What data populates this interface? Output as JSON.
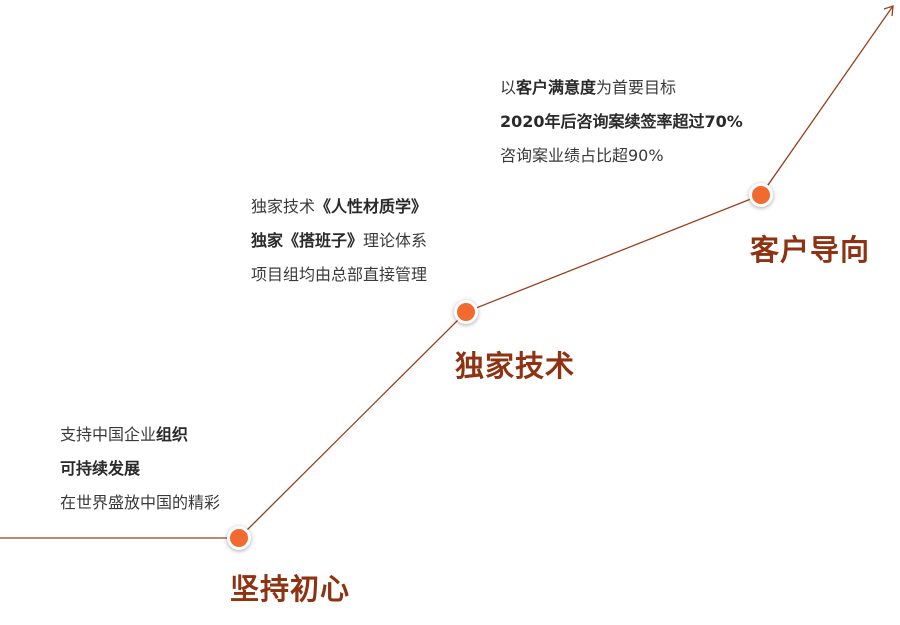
{
  "colors": {
    "line": "#9b3d1b",
    "dot": "#f26a30",
    "dot_stroke": "#ffffff",
    "title": "#8e3212",
    "text": "#3a3a3a"
  },
  "milestones": [
    {
      "title": "坚持初心",
      "lines": [
        [
          {
            "t": "支持中国企业",
            "b": false
          },
          {
            "t": "组织",
            "b": true
          }
        ],
        [
          {
            "t": "可持续发展",
            "b": true
          }
        ],
        [
          {
            "t": "在世界盛放中国的精彩",
            "b": false
          }
        ]
      ]
    },
    {
      "title": "独家技术",
      "lines": [
        [
          {
            "t": "独家技术",
            "b": false
          },
          {
            "t": "《人性材质学》",
            "b": true
          }
        ],
        [
          {
            "t": "独家《搭班子》",
            "b": true
          },
          {
            "t": "理论体系",
            "b": false
          }
        ],
        [
          {
            "t": "项目组均由总部直接管理",
            "b": false
          }
        ]
      ]
    },
    {
      "title": "客户导向",
      "lines": [
        [
          {
            "t": "以",
            "b": false
          },
          {
            "t": "客户满意度",
            "b": true
          },
          {
            "t": "为首要目标",
            "b": false
          }
        ],
        [
          {
            "t": "2020年后咨询案续签率超过70%",
            "b": true
          }
        ],
        [
          {
            "t": "咨询案业绩占比超90%",
            "b": false
          }
        ]
      ]
    }
  ]
}
